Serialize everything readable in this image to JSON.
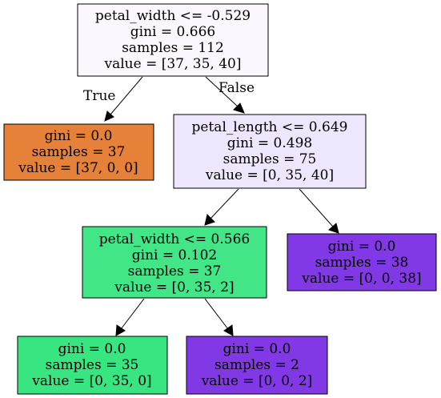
{
  "nodes": [
    {
      "id": "n0",
      "fill": "#faf7fe",
      "lines": [
        "petal_width <= -0.529",
        "gini = 0.666",
        "samples = 112",
        "value = [37, 35, 40]"
      ]
    },
    {
      "id": "n1",
      "fill": "#e58139",
      "lines": [
        "gini = 0.0",
        "samples = 37",
        "value = [37, 0, 0]"
      ]
    },
    {
      "id": "n2",
      "fill": "#eee6fc",
      "lines": [
        "petal_length <= 0.649",
        "gini = 0.498",
        "samples = 75",
        "value = [0, 35, 40]"
      ]
    },
    {
      "id": "n3",
      "fill": "#43e687",
      "lines": [
        "petal_width <= 0.566",
        "gini = 0.102",
        "samples = 37",
        "value = [0, 35, 2]"
      ]
    },
    {
      "id": "n4",
      "fill": "#8139e5",
      "lines": [
        "gini = 0.0",
        "samples = 38",
        "value = [0, 0, 38]"
      ]
    },
    {
      "id": "n5",
      "fill": "#39e581",
      "lines": [
        "gini = 0.0",
        "samples = 35",
        "value = [0, 35, 0]"
      ]
    },
    {
      "id": "n6",
      "fill": "#8139e5",
      "lines": [
        "gini = 0.0",
        "samples = 2",
        "value = [0, 0, 2]"
      ]
    }
  ],
  "edges": [
    {
      "from": "n0",
      "to": "n1",
      "label": "True"
    },
    {
      "from": "n0",
      "to": "n2",
      "label": "False"
    },
    {
      "from": "n2",
      "to": "n3",
      "label": ""
    },
    {
      "from": "n2",
      "to": "n4",
      "label": ""
    },
    {
      "from": "n3",
      "to": "n5",
      "label": ""
    },
    {
      "from": "n3",
      "to": "n6",
      "label": ""
    }
  ]
}
